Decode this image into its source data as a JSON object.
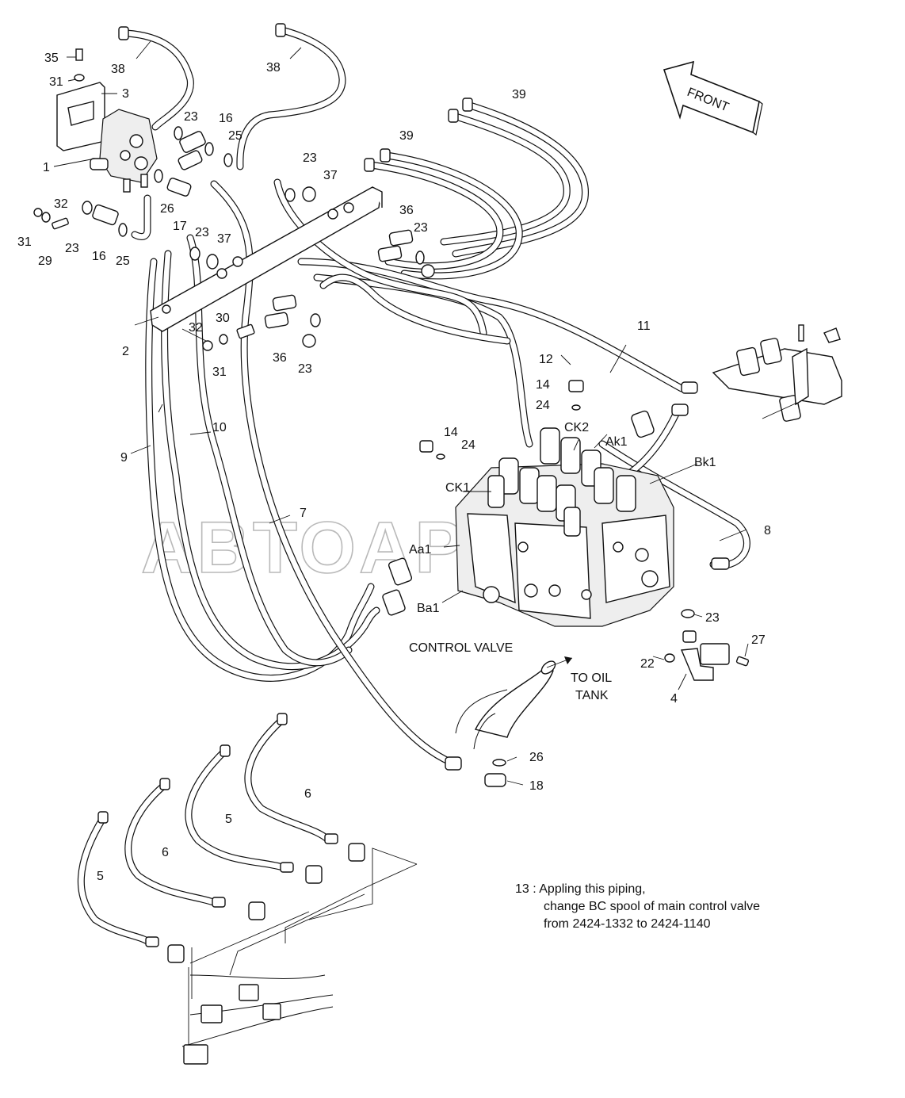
{
  "watermark": "ABTOAPXИC",
  "front_label": "FRONT",
  "control_valve_label": "CONTROL VALVE",
  "oil_tank_label": [
    "TO OIL",
    "TANK"
  ],
  "port_labels": {
    "ck1": "CK1",
    "ck2": "CK2",
    "ak1": "Ak1",
    "bk1": "Bk1",
    "aa1": "Aa1",
    "ba1": "Ba1"
  },
  "note": {
    "line1": "13 : Appling this piping,",
    "line2": "change BC spool of main control valve",
    "line3": "from 2424-1332 to 2424-1140"
  },
  "part_numbers": [
    {
      "id": "35a",
      "text": "35"
    },
    {
      "id": "31a",
      "text": "31"
    },
    {
      "id": "38a",
      "text": "38"
    },
    {
      "id": "3",
      "text": "3"
    },
    {
      "id": "38b",
      "text": "38"
    },
    {
      "id": "1",
      "text": "1"
    },
    {
      "id": "23a",
      "text": "23"
    },
    {
      "id": "16a",
      "text": "16"
    },
    {
      "id": "25a",
      "text": "25"
    },
    {
      "id": "32a",
      "text": "32"
    },
    {
      "id": "31b",
      "text": "31"
    },
    {
      "id": "29",
      "text": "29"
    },
    {
      "id": "23b",
      "text": "23"
    },
    {
      "id": "16b",
      "text": "16"
    },
    {
      "id": "25b",
      "text": "25"
    },
    {
      "id": "26a",
      "text": "26"
    },
    {
      "id": "17",
      "text": "17"
    },
    {
      "id": "23c",
      "text": "23"
    },
    {
      "id": "37a",
      "text": "37"
    },
    {
      "id": "23d",
      "text": "23"
    },
    {
      "id": "37b",
      "text": "37"
    },
    {
      "id": "36a",
      "text": "36"
    },
    {
      "id": "23e",
      "text": "23"
    },
    {
      "id": "39a",
      "text": "39"
    },
    {
      "id": "39b",
      "text": "39"
    },
    {
      "id": "2",
      "text": "2"
    },
    {
      "id": "32b",
      "text": "32"
    },
    {
      "id": "30",
      "text": "30"
    },
    {
      "id": "31c",
      "text": "31"
    },
    {
      "id": "36b",
      "text": "36"
    },
    {
      "id": "23f",
      "text": "23"
    },
    {
      "id": "11",
      "text": "11"
    },
    {
      "id": "12",
      "text": "12"
    },
    {
      "id": "14a",
      "text": "14"
    },
    {
      "id": "24a",
      "text": "24"
    },
    {
      "id": "14b",
      "text": "14"
    },
    {
      "id": "24b",
      "text": "24"
    },
    {
      "id": "9",
      "text": "9"
    },
    {
      "id": "10",
      "text": "10"
    },
    {
      "id": "7",
      "text": "7"
    },
    {
      "id": "8",
      "text": "8"
    },
    {
      "id": "23g",
      "text": "23"
    },
    {
      "id": "27",
      "text": "27"
    },
    {
      "id": "22",
      "text": "22"
    },
    {
      "id": "4",
      "text": "4"
    },
    {
      "id": "26b",
      "text": "26"
    },
    {
      "id": "18",
      "text": "18"
    },
    {
      "id": "6a",
      "text": "6"
    },
    {
      "id": "5a",
      "text": "5"
    },
    {
      "id": "6b",
      "text": "6"
    },
    {
      "id": "5b",
      "text": "5"
    }
  ]
}
